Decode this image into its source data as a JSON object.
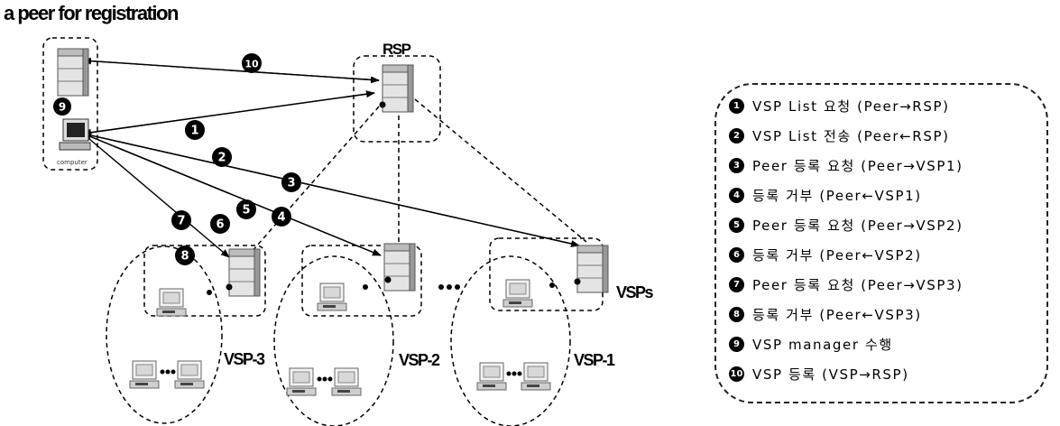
{
  "title": "a peer for registration",
  "nodes": {
    "rsp": "RSP",
    "vsps": "VSPs",
    "vsp3": "VSP-3",
    "vsp2": "VSP-2",
    "vsp1": "VSP-1",
    "computer_caption": "computer"
  },
  "markers": [
    "1",
    "2",
    "3",
    "4",
    "5",
    "6",
    "7",
    "8",
    "9",
    "10"
  ],
  "legend": [
    {
      "num": "1",
      "text": "VSP List 요청 (Peer→RSP)"
    },
    {
      "num": "2",
      "text": "VSP List 전송 (Peer←RSP)"
    },
    {
      "num": "3",
      "text": "Peer 등록 요청 (Peer→VSP1)"
    },
    {
      "num": "4",
      "text": "등록 거부 (Peer←VSP1)"
    },
    {
      "num": "5",
      "text": "Peer 등록 요청 (Peer→VSP2)"
    },
    {
      "num": "6",
      "text": "등록 거부 (Peer←VSP2)"
    },
    {
      "num": "7",
      "text": "Peer 등록 요청 (Peer→VSP3)"
    },
    {
      "num": "8",
      "text": "등록 거부 (Peer←VSP3)"
    },
    {
      "num": "9",
      "text": "VSP manager 수행"
    },
    {
      "num": "10",
      "text": "VSP 등록 (VSP→RSP)"
    }
  ]
}
